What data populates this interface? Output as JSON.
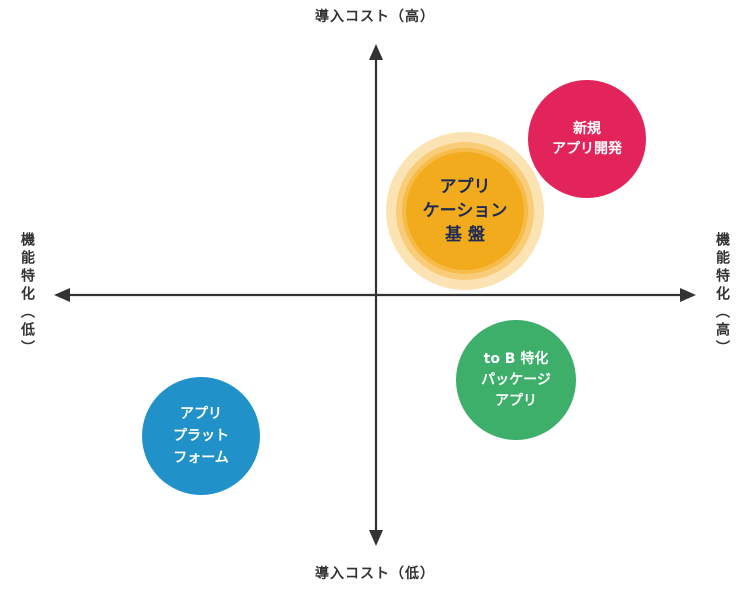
{
  "axes": {
    "top": "導入コスト（高）",
    "bottom": "導入コスト（低）",
    "left": "機能特化（低）",
    "right": "機能特化（高）"
  },
  "bubbles": {
    "new_dev": {
      "lines": [
        "新規",
        "アプリ開発"
      ],
      "color": "#e2245b"
    },
    "app_base": {
      "lines": [
        "アプリ",
        "ケーション",
        "基 盤"
      ],
      "color": "#f1ab1c"
    },
    "tob_package": {
      "lines": [
        "to B 特化",
        "パッケージ",
        "アプリ"
      ],
      "color": "#3daf6a"
    },
    "app_platform": {
      "lines": [
        "アプリ",
        "プラット",
        "フォーム"
      ],
      "color": "#2192c9"
    }
  },
  "colors": {
    "axis": "#333333",
    "highlight_text": "#1e2a55"
  }
}
